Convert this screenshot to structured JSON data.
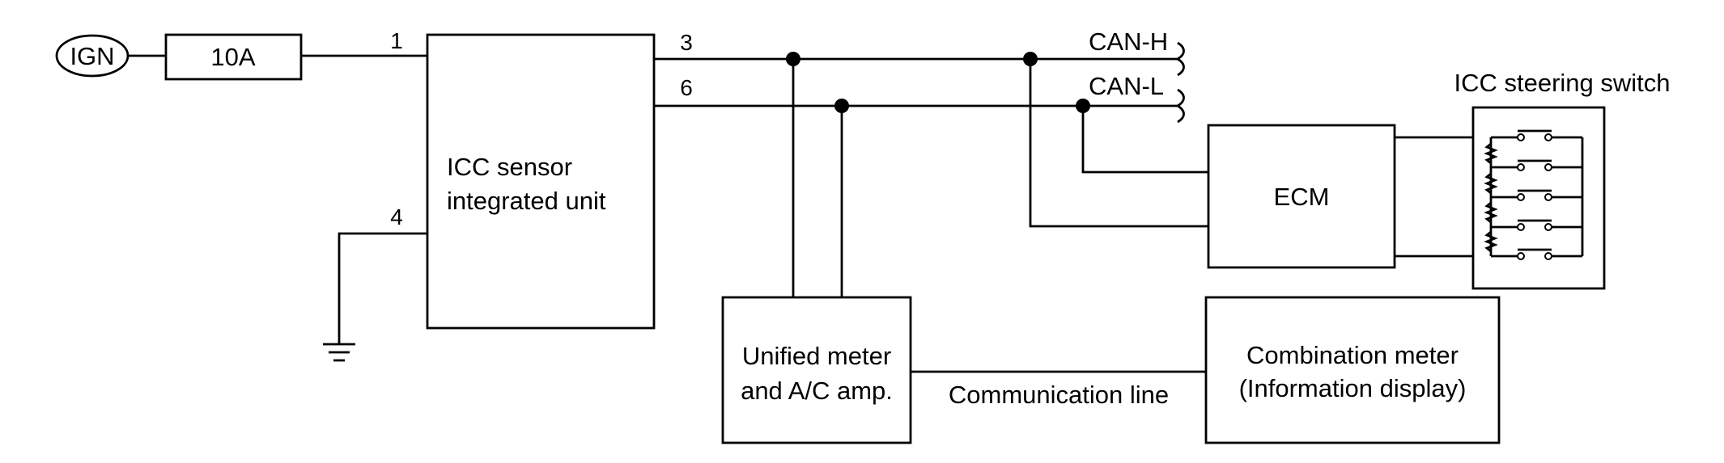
{
  "power": {
    "ign_label": "IGN",
    "fuse_label": "10A"
  },
  "icc_unit": {
    "line1": "ICC sensor",
    "line2": "integrated unit"
  },
  "pins": {
    "p1": "1",
    "p3": "3",
    "p4": "4",
    "p6": "6"
  },
  "bus": {
    "can_h": "CAN-H",
    "can_l": "CAN-L"
  },
  "ecm": {
    "label": "ECM"
  },
  "steering_switch": {
    "label": "ICC steering switch"
  },
  "unified_meter": {
    "line1": "Unified meter",
    "line2": "and A/C amp."
  },
  "combination_meter": {
    "line1": "Combination meter",
    "line2": "(Information display)"
  },
  "link": {
    "label": "Communication line"
  }
}
